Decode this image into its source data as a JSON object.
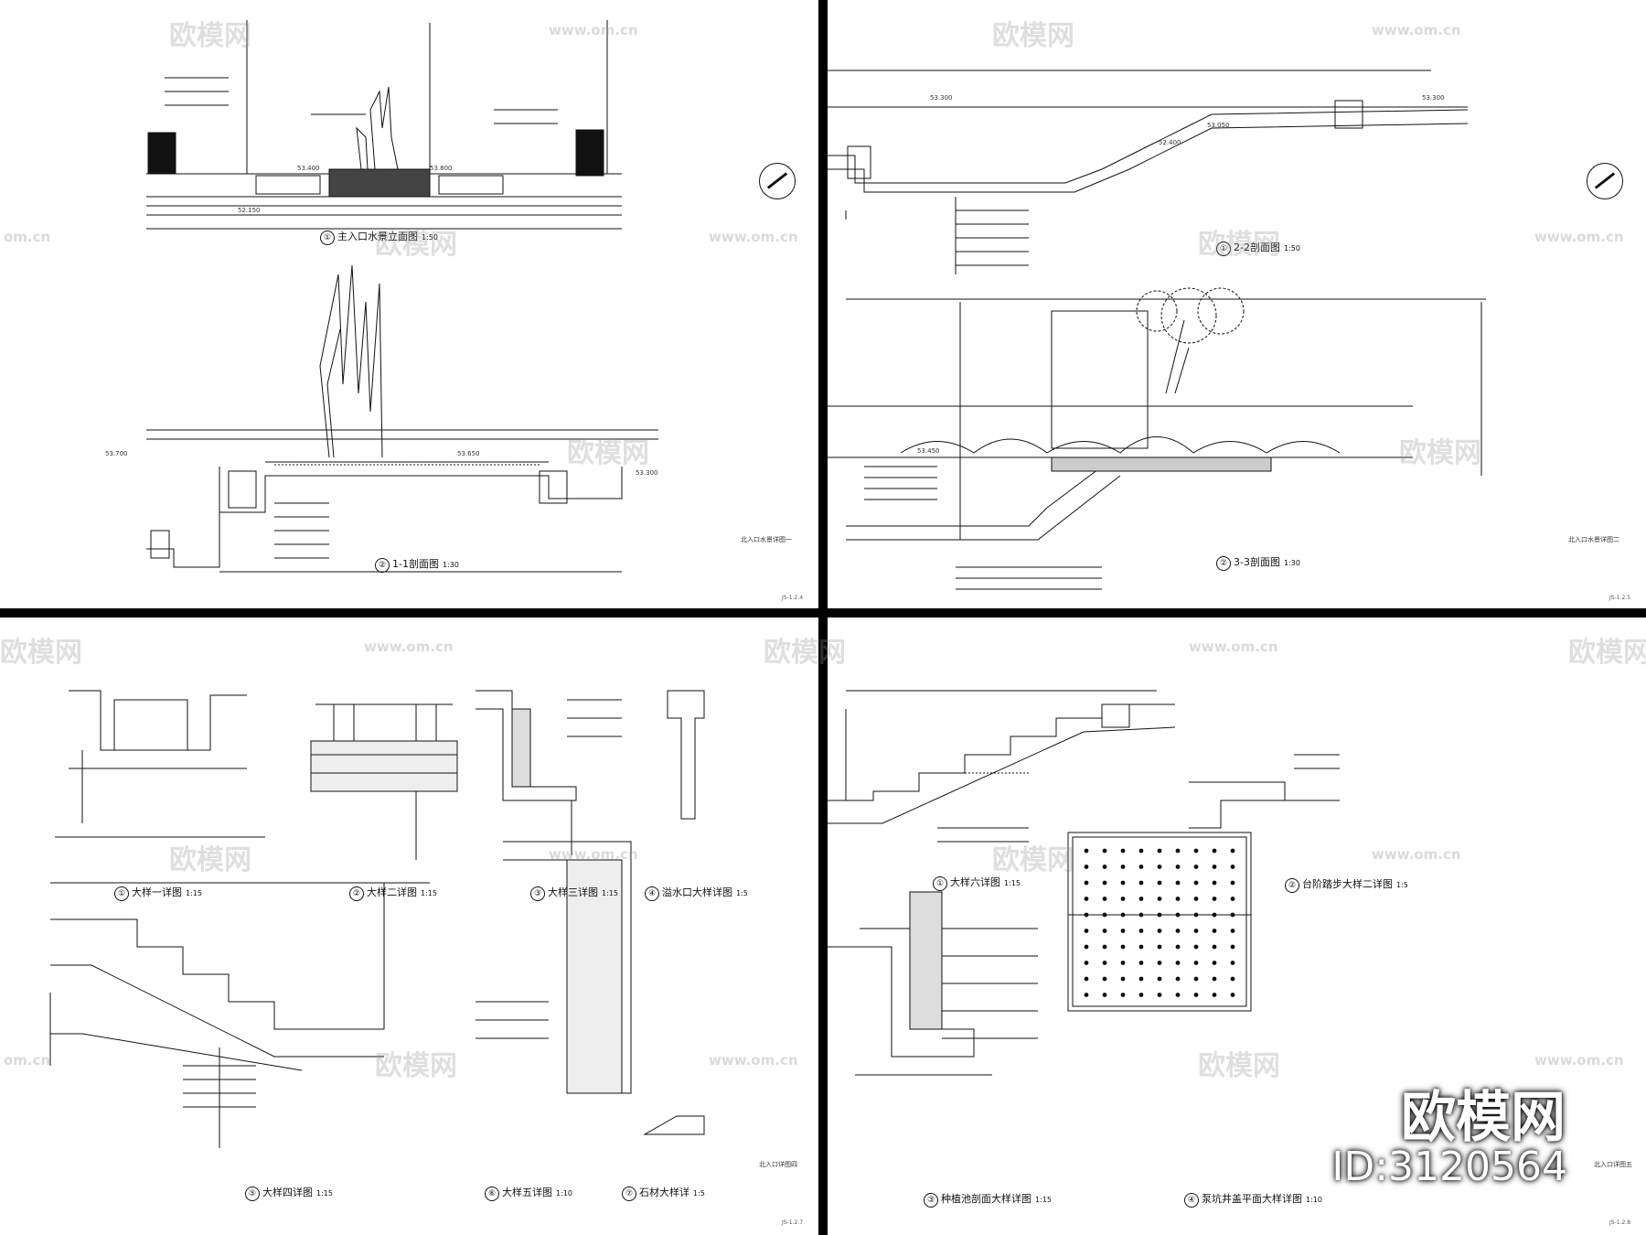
{
  "sheets": [
    {
      "id": "sheet-1",
      "label": "北入口水景详图一",
      "code": "JS-1.2.4",
      "drawings": [
        {
          "num": "①",
          "title": "主入口水景立面图",
          "scale": "1:50"
        },
        {
          "num": "②",
          "title": "1-1剖面图",
          "scale": "1:30"
        }
      ],
      "elevations": [
        "53.700",
        "53.400",
        "53.650",
        "52.150",
        "53.800",
        "53.300"
      ]
    },
    {
      "id": "sheet-2",
      "label": "北入口水景详图二",
      "code": "JS-1.2.5",
      "drawings": [
        {
          "num": "①",
          "title": "2-2剖面图",
          "scale": "1:50"
        },
        {
          "num": "②",
          "title": "3-3剖面图",
          "scale": "1:30"
        }
      ],
      "elevations": [
        "53.300",
        "52.400",
        "53.050",
        "53.450",
        "53.300"
      ]
    },
    {
      "id": "sheet-3",
      "label": "北入口详图四",
      "code": "JS-1.2.7",
      "drawings": [
        {
          "num": "①",
          "title": "大样一详图",
          "scale": "1:15"
        },
        {
          "num": "②",
          "title": "大样二详图",
          "scale": "1:15"
        },
        {
          "num": "③",
          "title": "大样三详图",
          "scale": "1:15"
        },
        {
          "num": "④",
          "title": "溢水口大样详图",
          "scale": "1:5"
        },
        {
          "num": "⑤",
          "title": "大样四详图",
          "scale": "1:15"
        },
        {
          "num": "⑥",
          "title": "大样五详图",
          "scale": "1:10"
        },
        {
          "num": "⑦",
          "title": "石材大样详",
          "scale": "1:5"
        }
      ]
    },
    {
      "id": "sheet-4",
      "label": "北入口详图五",
      "code": "JS-1.2.8",
      "drawings": [
        {
          "num": "①",
          "title": "大样六详图",
          "scale": "1:15"
        },
        {
          "num": "②",
          "title": "台阶踏步大样二详图",
          "scale": "1:5"
        },
        {
          "num": "③",
          "title": "种植池剖面大样详图",
          "scale": "1:15"
        },
        {
          "num": "④",
          "title": "泵坑井盖平面大样详图",
          "scale": "1:10"
        }
      ]
    }
  ],
  "watermark": {
    "brand": "欧模网",
    "url": "www.om.cn",
    "short": "om.cn"
  },
  "brand": {
    "name": "欧模网",
    "id": "ID:3120564"
  },
  "colors": {
    "line": "#111111",
    "sheet": "#ffffff",
    "background": "#000000"
  }
}
